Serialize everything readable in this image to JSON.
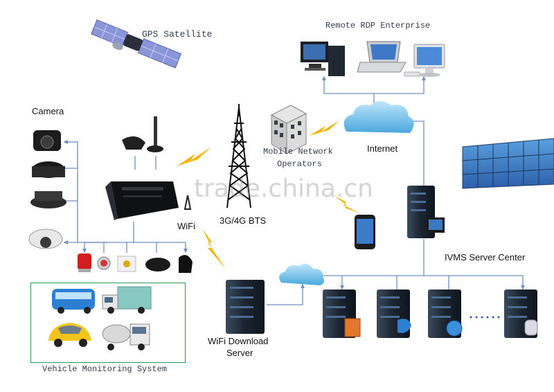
{
  "labels": {
    "gps_satellite": "GPS Satellite",
    "remote_rdp": "Remote RDP Enterprise",
    "camera": "Camera",
    "mobile_network": "Mobile Network",
    "operators": "Operators",
    "internet": "Internet",
    "bts": "3G/4G BTS",
    "wifi": "WiFi",
    "ivms": "IVMS Server Center",
    "wifi_download_1": "WiFi Download",
    "wifi_download_2": "Server",
    "vehicle_monitoring": "Vehicle Monitoring System",
    "watermark": "trade.china.cn"
  },
  "colors": {
    "connector_line": "#6b8fbf",
    "lightning": "#f4b400",
    "cloud": "#6fbde8",
    "server": "#1e2a38",
    "box_border": "#2a9a5a"
  }
}
